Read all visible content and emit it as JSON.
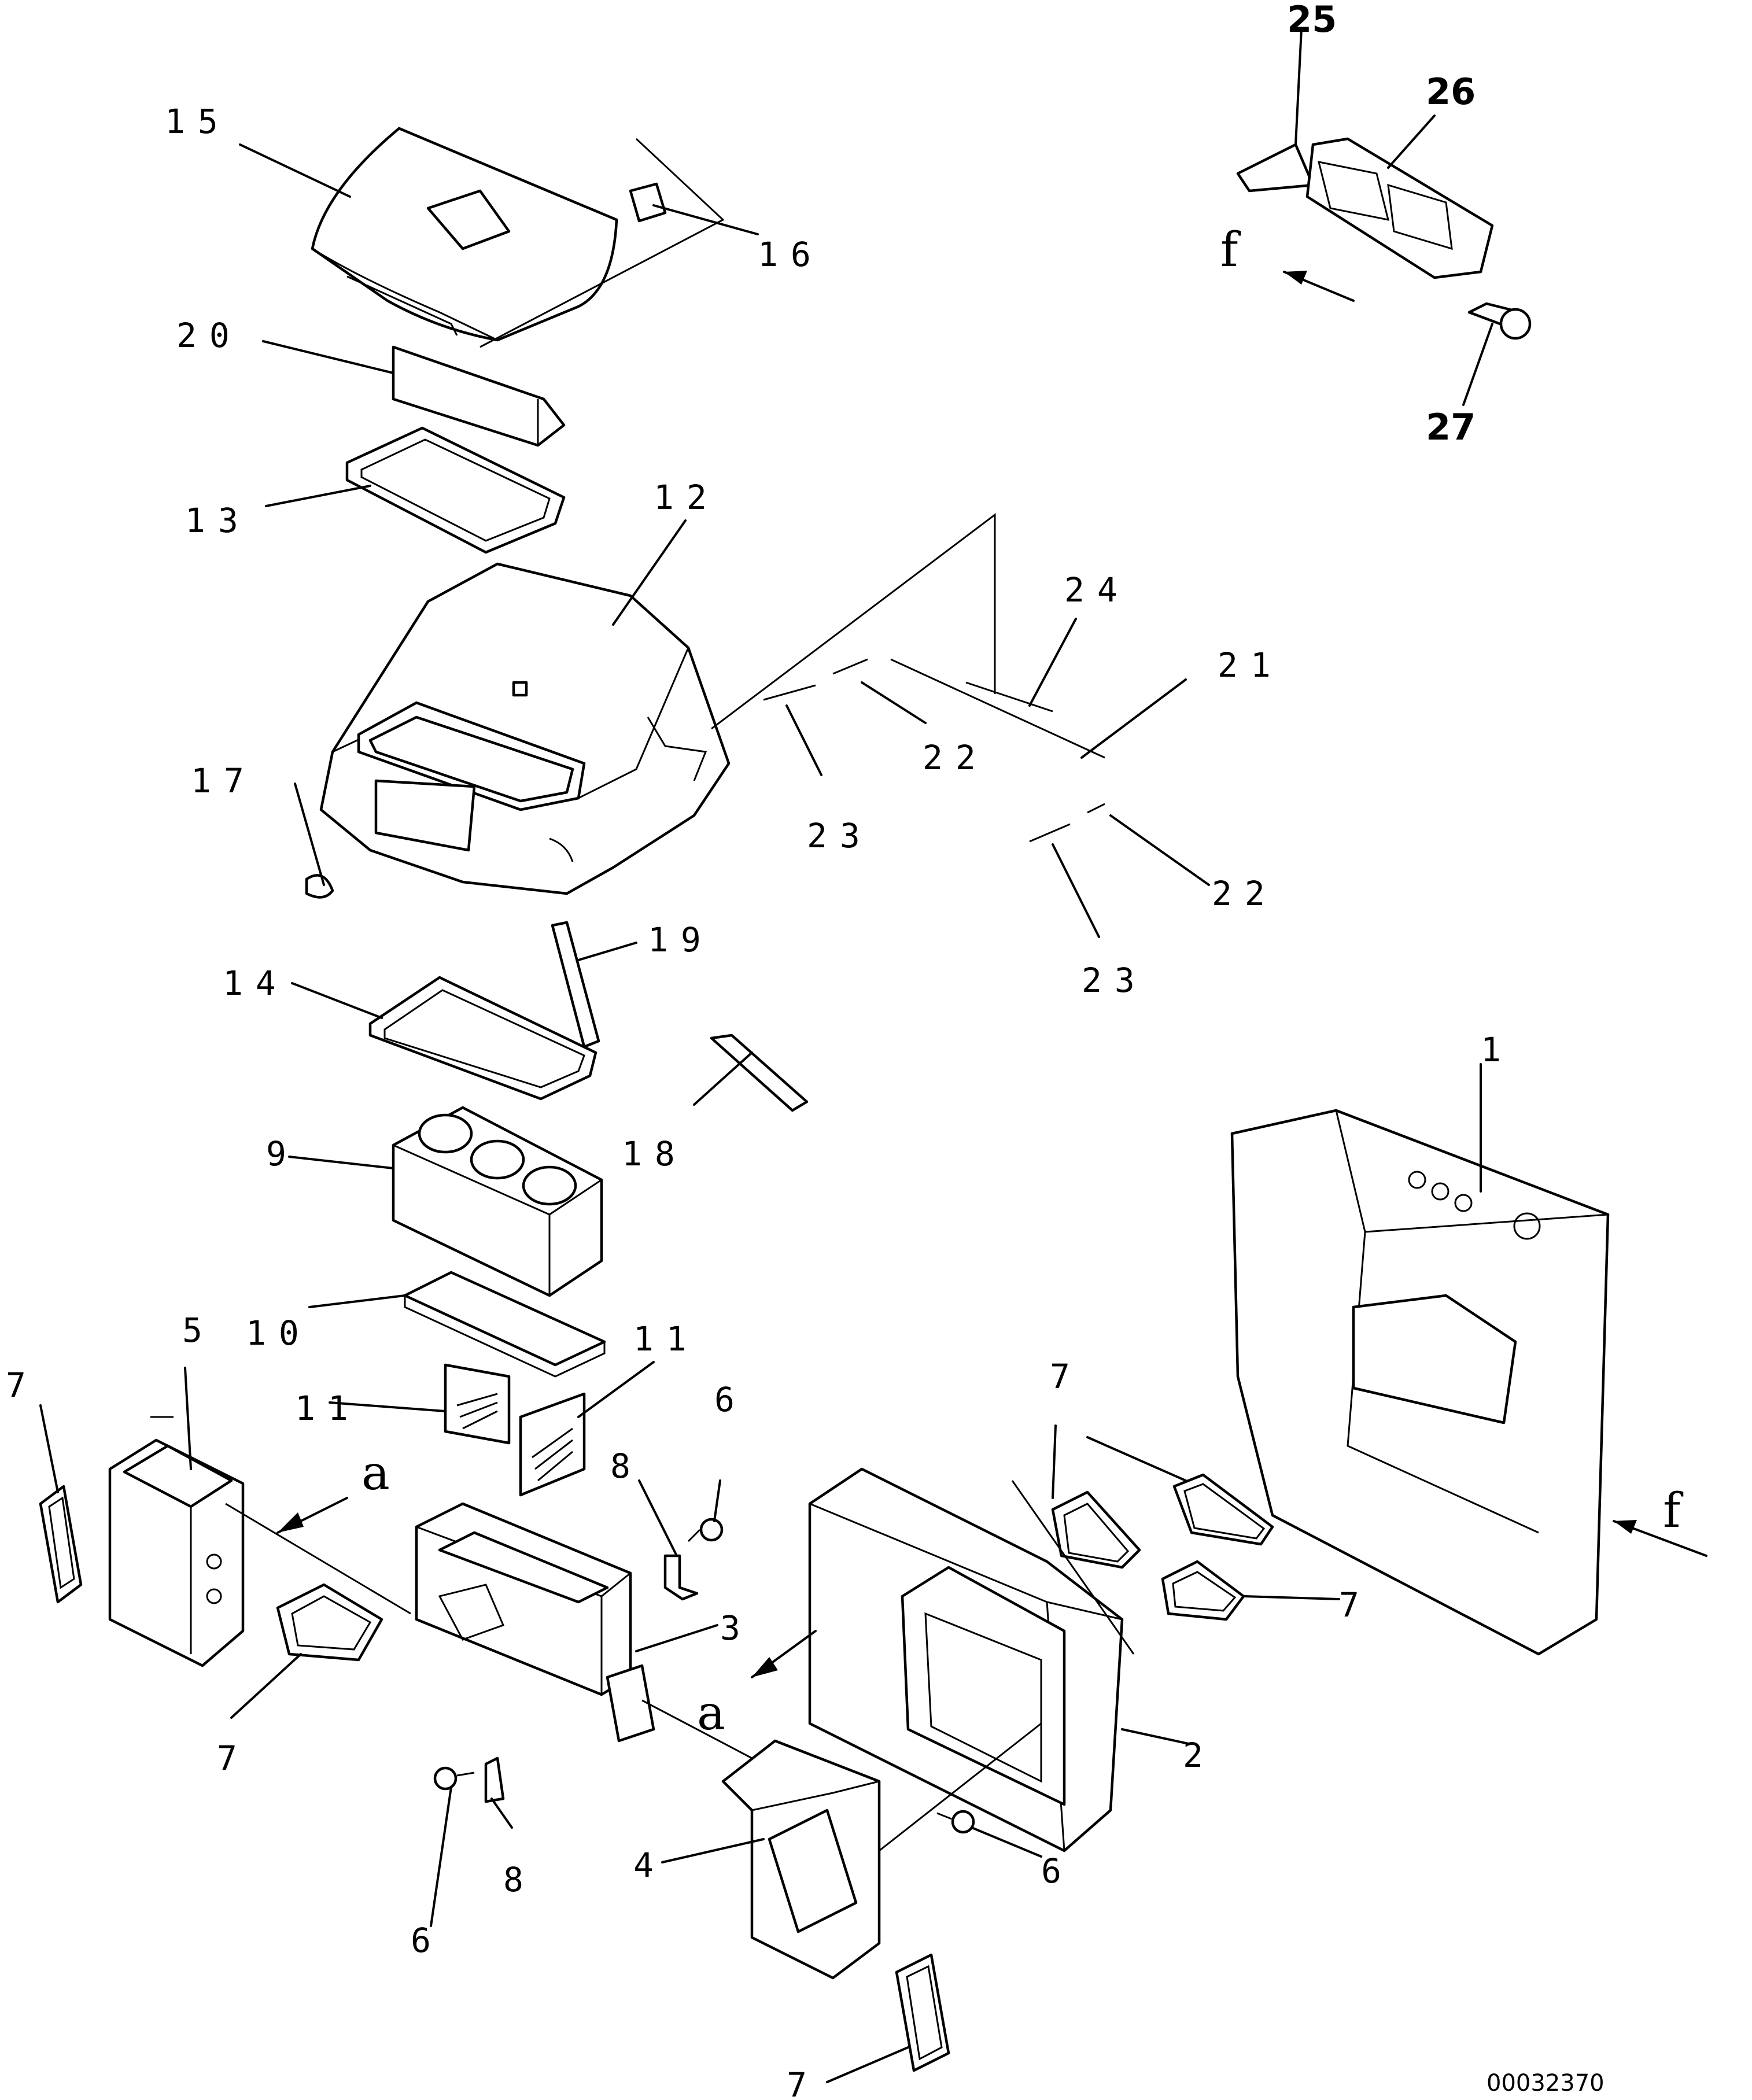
{
  "drawing_number": "00032370",
  "view_arrows": {
    "a_upper": "a",
    "a_lower": "a",
    "f_upper": "f",
    "f_right": "f"
  },
  "callouts": [
    {
      "id": "c1",
      "text": "1"
    },
    {
      "id": "c2",
      "text": "2"
    },
    {
      "id": "c3",
      "text": "3"
    },
    {
      "id": "c4",
      "text": "4"
    },
    {
      "id": "c5",
      "text": "5"
    },
    {
      "id": "c6a",
      "text": "6"
    },
    {
      "id": "c6b",
      "text": "6"
    },
    {
      "id": "c6c",
      "text": "6"
    },
    {
      "id": "c7a",
      "text": "7"
    },
    {
      "id": "c7b",
      "text": "7"
    },
    {
      "id": "c7c",
      "text": "7"
    },
    {
      "id": "c7d",
      "text": "7"
    },
    {
      "id": "c7e",
      "text": "7"
    },
    {
      "id": "c8a",
      "text": "8"
    },
    {
      "id": "c8b",
      "text": "8"
    },
    {
      "id": "c9",
      "text": "9"
    },
    {
      "id": "c10",
      "text": "10"
    },
    {
      "id": "c11a",
      "text": "11"
    },
    {
      "id": "c11b",
      "text": "11"
    },
    {
      "id": "c12",
      "text": "12"
    },
    {
      "id": "c13",
      "text": "13"
    },
    {
      "id": "c14",
      "text": "14"
    },
    {
      "id": "c15",
      "text": "15"
    },
    {
      "id": "c16",
      "text": "16"
    },
    {
      "id": "c17",
      "text": "17"
    },
    {
      "id": "c18",
      "text": "18"
    },
    {
      "id": "c19",
      "text": "19"
    },
    {
      "id": "c20",
      "text": "20"
    },
    {
      "id": "c21",
      "text": "21"
    },
    {
      "id": "c22a",
      "text": "22"
    },
    {
      "id": "c22b",
      "text": "22"
    },
    {
      "id": "c23a",
      "text": "23"
    },
    {
      "id": "c23b",
      "text": "23"
    },
    {
      "id": "c24",
      "text": "24"
    },
    {
      "id": "c25",
      "text": "25"
    },
    {
      "id": "c26",
      "text": "26"
    },
    {
      "id": "c27",
      "text": "27"
    }
  ]
}
